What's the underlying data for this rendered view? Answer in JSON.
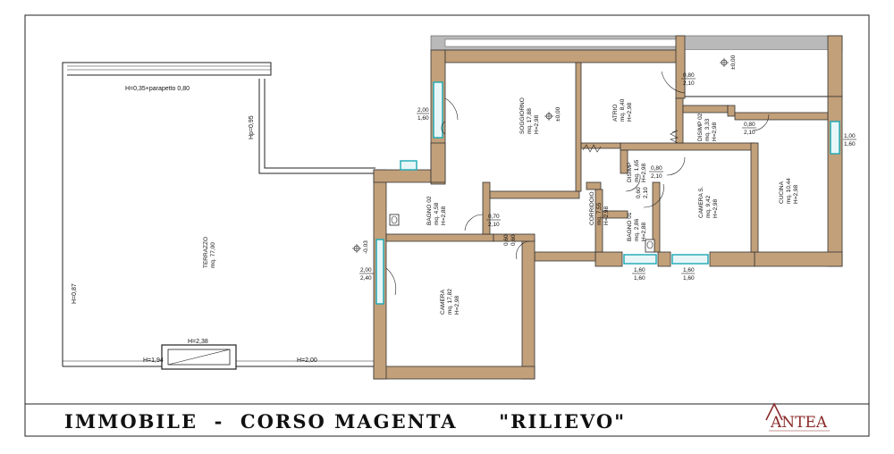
{
  "title_block": {
    "title": "IMMOBILE  -  CORSO MAGENTA     \"RILIEVO\"",
    "logo": "ANTEA"
  },
  "plan": {
    "terrace_top_note": "H=0,35+parapetto 0,80",
    "terrace_side_note": "Hp=0,95",
    "terrace_left_note": "H=0,87",
    "terrace_bottom_note_1": "H=1,94",
    "terrace_bottom_note_2": "H=2,38",
    "terrace_bottom_note_3": "H=2,00",
    "rooms": {
      "terrazzo": {
        "name": "TERRAZZO",
        "area": "mq. 77,00"
      },
      "soggiorno": {
        "name": "SOGGIORNO",
        "area": "mq. 17,88",
        "height": "H=2,98"
      },
      "atrio": {
        "name": "ATRIO",
        "area": "mq. 8,40",
        "height": "H=2,98"
      },
      "disimp02": {
        "name": "DISIMP 02",
        "area": "mq. 3,33",
        "height": "H=2,98"
      },
      "bagno02": {
        "name": "BAGNO 02",
        "area": "mq. 4,58",
        "height": "H=2,88"
      },
      "corridoio": {
        "name": "CORRIDOIO",
        "area": "mq. 7,55",
        "height": "H=2,98"
      },
      "disimp": {
        "name": "DISIMP",
        "area": "mq. 1,65",
        "height": "H=2,98"
      },
      "bagno01": {
        "name": "BAGNO 01",
        "area": "mq. 2,86",
        "height": "H=2,88"
      },
      "cameras": {
        "name": "CAMERA S.",
        "area": "mq. 9,42",
        "height": "H=2,98"
      },
      "cucina": {
        "name": "CUCINA",
        "area": "mq. 10,44",
        "height": "H=2,98"
      },
      "camera": {
        "name": "CAMERA",
        "area": "mq. 17,82",
        "height": "H=2,98"
      }
    },
    "dims": {
      "d_200_160": [
        "2,00",
        "1,60"
      ],
      "d_080_210_top": [
        "0,80",
        "2,10"
      ],
      "d_100_160": [
        "1,00",
        "1,60"
      ],
      "d_080_210_disimp02": [
        "0,80",
        "2,10"
      ],
      "d_080_210_cams": [
        "0,80",
        "2,10"
      ],
      "d_070_210": [
        "0,70",
        "2,10"
      ],
      "d_200_240": [
        "2,00",
        "2,40"
      ],
      "d_060_060": [
        "0,60",
        "0,60"
      ],
      "d_060_210": [
        "0,60",
        "2,10"
      ],
      "d_160_160_b1": [
        "1,60",
        "1,60"
      ],
      "d_160_160_b2": [
        "1,60",
        "1,60"
      ]
    },
    "levels": {
      "soggiorno_level": "±0,00",
      "loggia_level": "±0,00",
      "terrazzo_level": "-0,03"
    }
  }
}
